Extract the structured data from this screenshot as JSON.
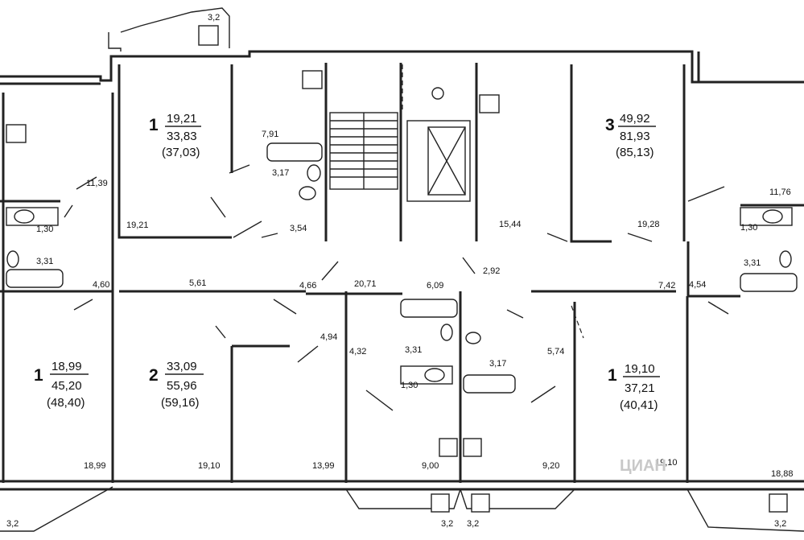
{
  "apartments": [
    {
      "rooms": "1",
      "living": "19,21",
      "total": "33,83",
      "gross": "(37,03)"
    },
    {
      "rooms": "3",
      "living": "49,92",
      "total": "81,93",
      "gross": "(85,13)"
    },
    {
      "rooms": "1",
      "living": "18,99",
      "total": "45,20",
      "gross": "(48,40)"
    },
    {
      "rooms": "2",
      "living": "33,09",
      "total": "55,96",
      "gross": "(59,16)"
    },
    {
      "rooms": "1",
      "living": "19,10",
      "total": "37,21",
      "gross": "(40,41)"
    }
  ],
  "room_areas": {
    "balcony_top": "3,2",
    "kitchen_tl": "11,39",
    "room_tl": "19,21",
    "bath_top_a": "7,91",
    "wc_top_a": "3,17",
    "hall_top_a": "3,54",
    "wc_left": "1,30",
    "bath_left": "3,31",
    "hall_left": "4,60",
    "hall_top_l": "5,61",
    "hall_mid_a": "4,66",
    "corridor": "20,71",
    "lobby": "6,09",
    "stairs_hall": "2,92",
    "room_right": "15,44",
    "room_tr": "19,28",
    "kitchen_tr": "11,76",
    "wc_right": "1,30",
    "bath_right": "3,31",
    "hall_right_a": "7,42",
    "hall_right_b": "4,54",
    "hall_mid_b": "4,94",
    "hall_mid_c": "4,32",
    "bath_mid_a": "3,31",
    "wc_mid_a": "1,30",
    "bath_mid_b": "3,17",
    "hall_mid_d": "5,74",
    "room_bl": "18,99",
    "room_b2": "19,10",
    "room_b3": "13,99",
    "kitchen_b1": "9,00",
    "kitchen_b2": "9,20",
    "room_b4": "19,10",
    "room_br": "18,88",
    "balcony_bl": "3,2",
    "balcony_b1": "3,2",
    "balcony_b2": "3,2",
    "balcony_br": "3,2"
  },
  "watermark": "ЦИАН"
}
